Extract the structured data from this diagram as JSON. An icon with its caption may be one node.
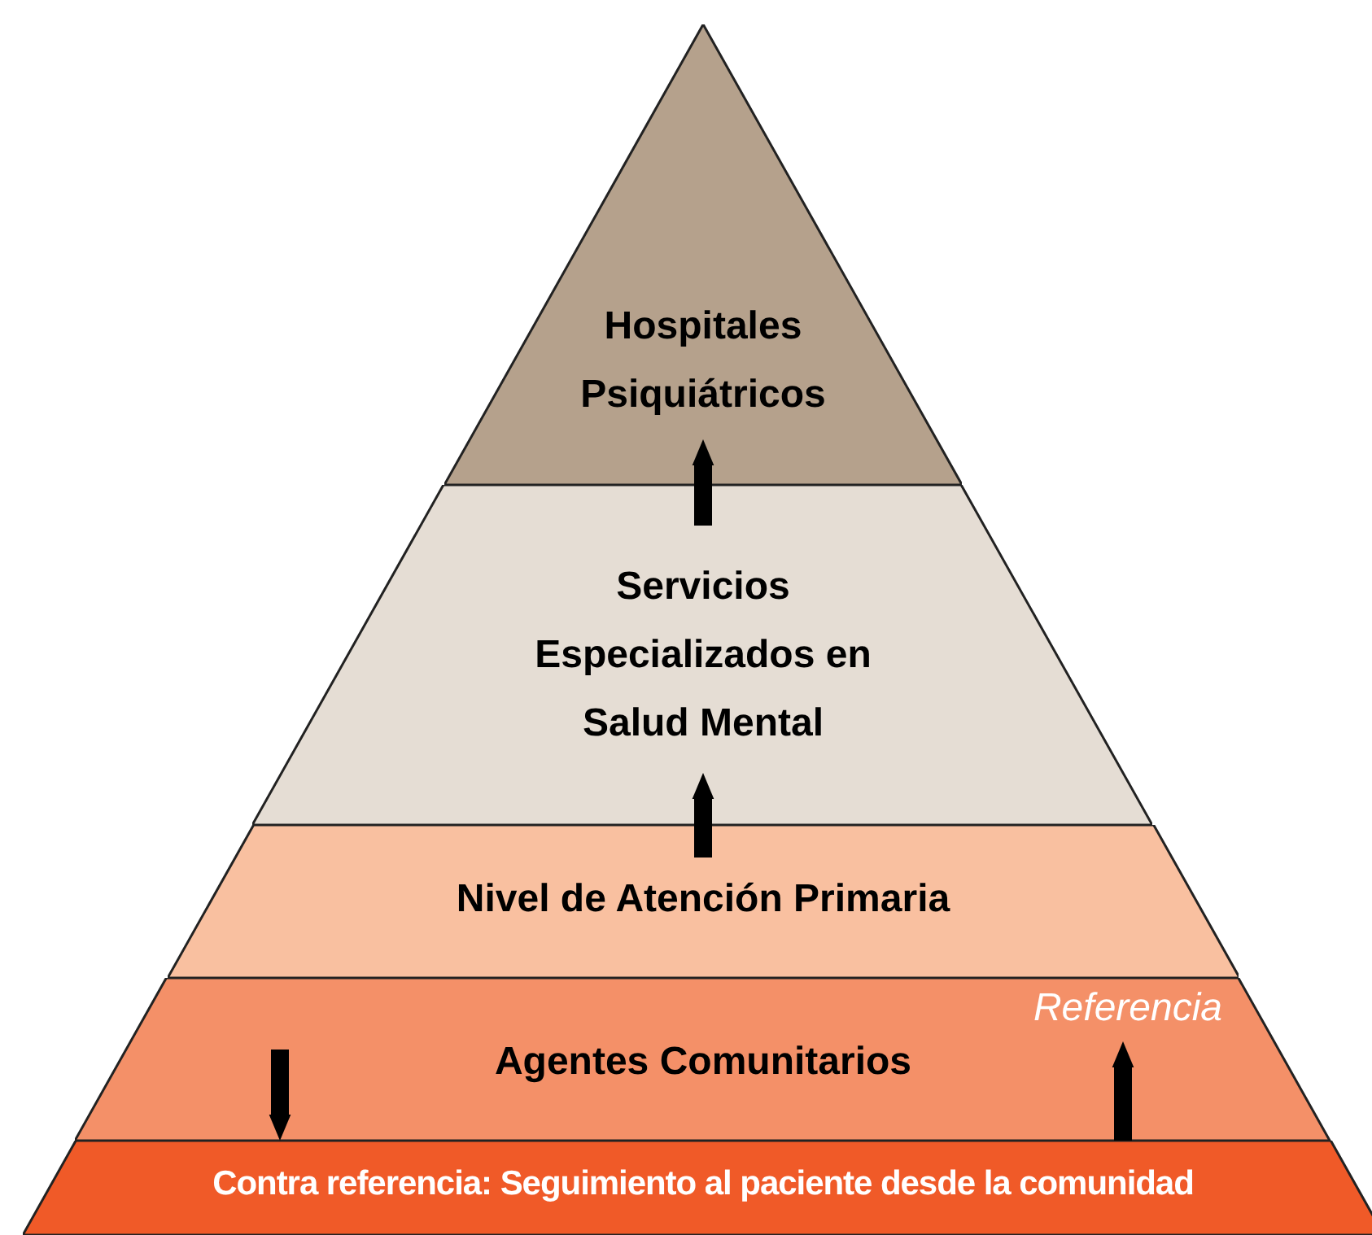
{
  "diagram": {
    "nodes": [
      {
        "text": [
          "Hospitales Psiquiátricos"
        ]
      },
      {
        "text": [
          "Servicios Especializados en Salud Mental"
        ]
      },
      {
        "text": [
          "Nivel de Atención Primaria"
        ]
      },
      {
        "text": [
          "Agentes Comunitarios"
        ]
      },
      {
        "text": [
          "Contra referencia: Seguimiento al paciente desde la comunidad"
        ]
      }
    ],
    "edges": [
      {
        "from": 2,
        "to": 1,
        "arrow": "to"
      },
      {
        "from": 1,
        "to": 0,
        "arrow": "to"
      },
      {
        "from": 3,
        "to": 4,
        "arrow": "to"
      },
      {
        "from": 4,
        "to": 3,
        "arrow": "to",
        "label": "Referencia"
      }
    ]
  }
}
